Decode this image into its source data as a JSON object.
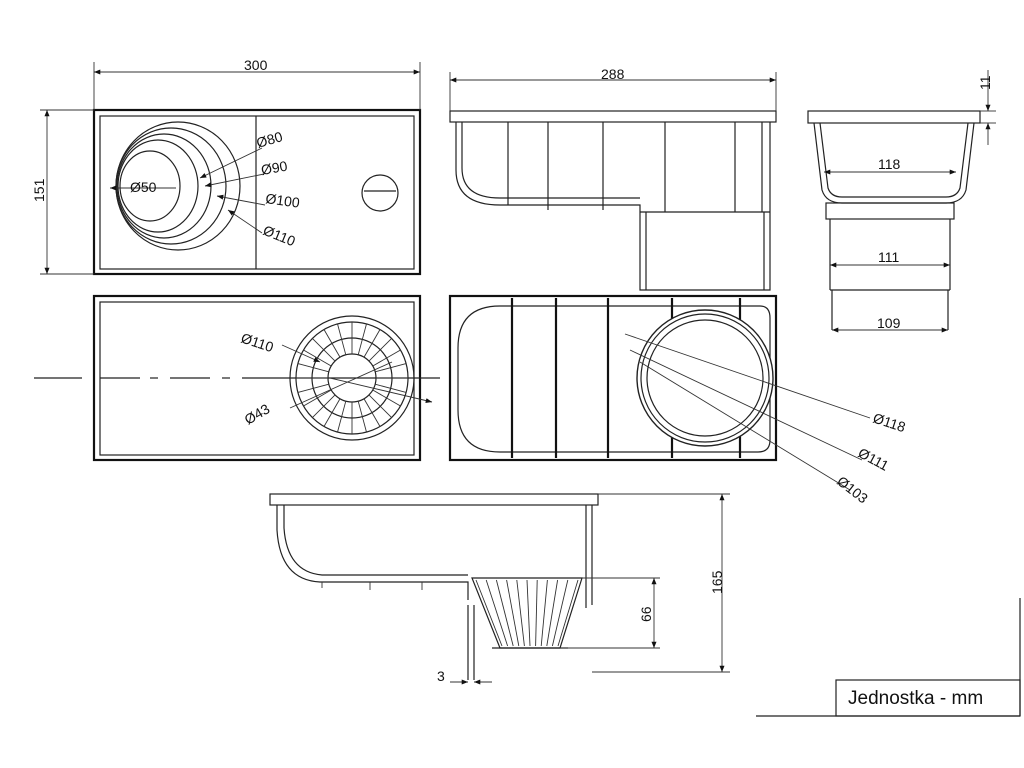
{
  "drawing": {
    "dimensions": {
      "top_width": "300",
      "top_height": "151",
      "d80": "Ø80",
      "d90": "Ø90",
      "d100": "Ø100",
      "d110": "Ø110",
      "d50": "Ø50",
      "side_width": "288",
      "end_flange": "11",
      "end_118": "118",
      "end_111": "111",
      "end_109": "109",
      "plan_d110": "Ø110",
      "plan_d43": "Ø43",
      "under_d118": "Ø118",
      "under_d111": "Ø111",
      "under_d103": "Ø103",
      "section_height": "165",
      "basket_height": "66",
      "wall_thickness": "3"
    },
    "unit_label": "Jednostka - mm"
  }
}
